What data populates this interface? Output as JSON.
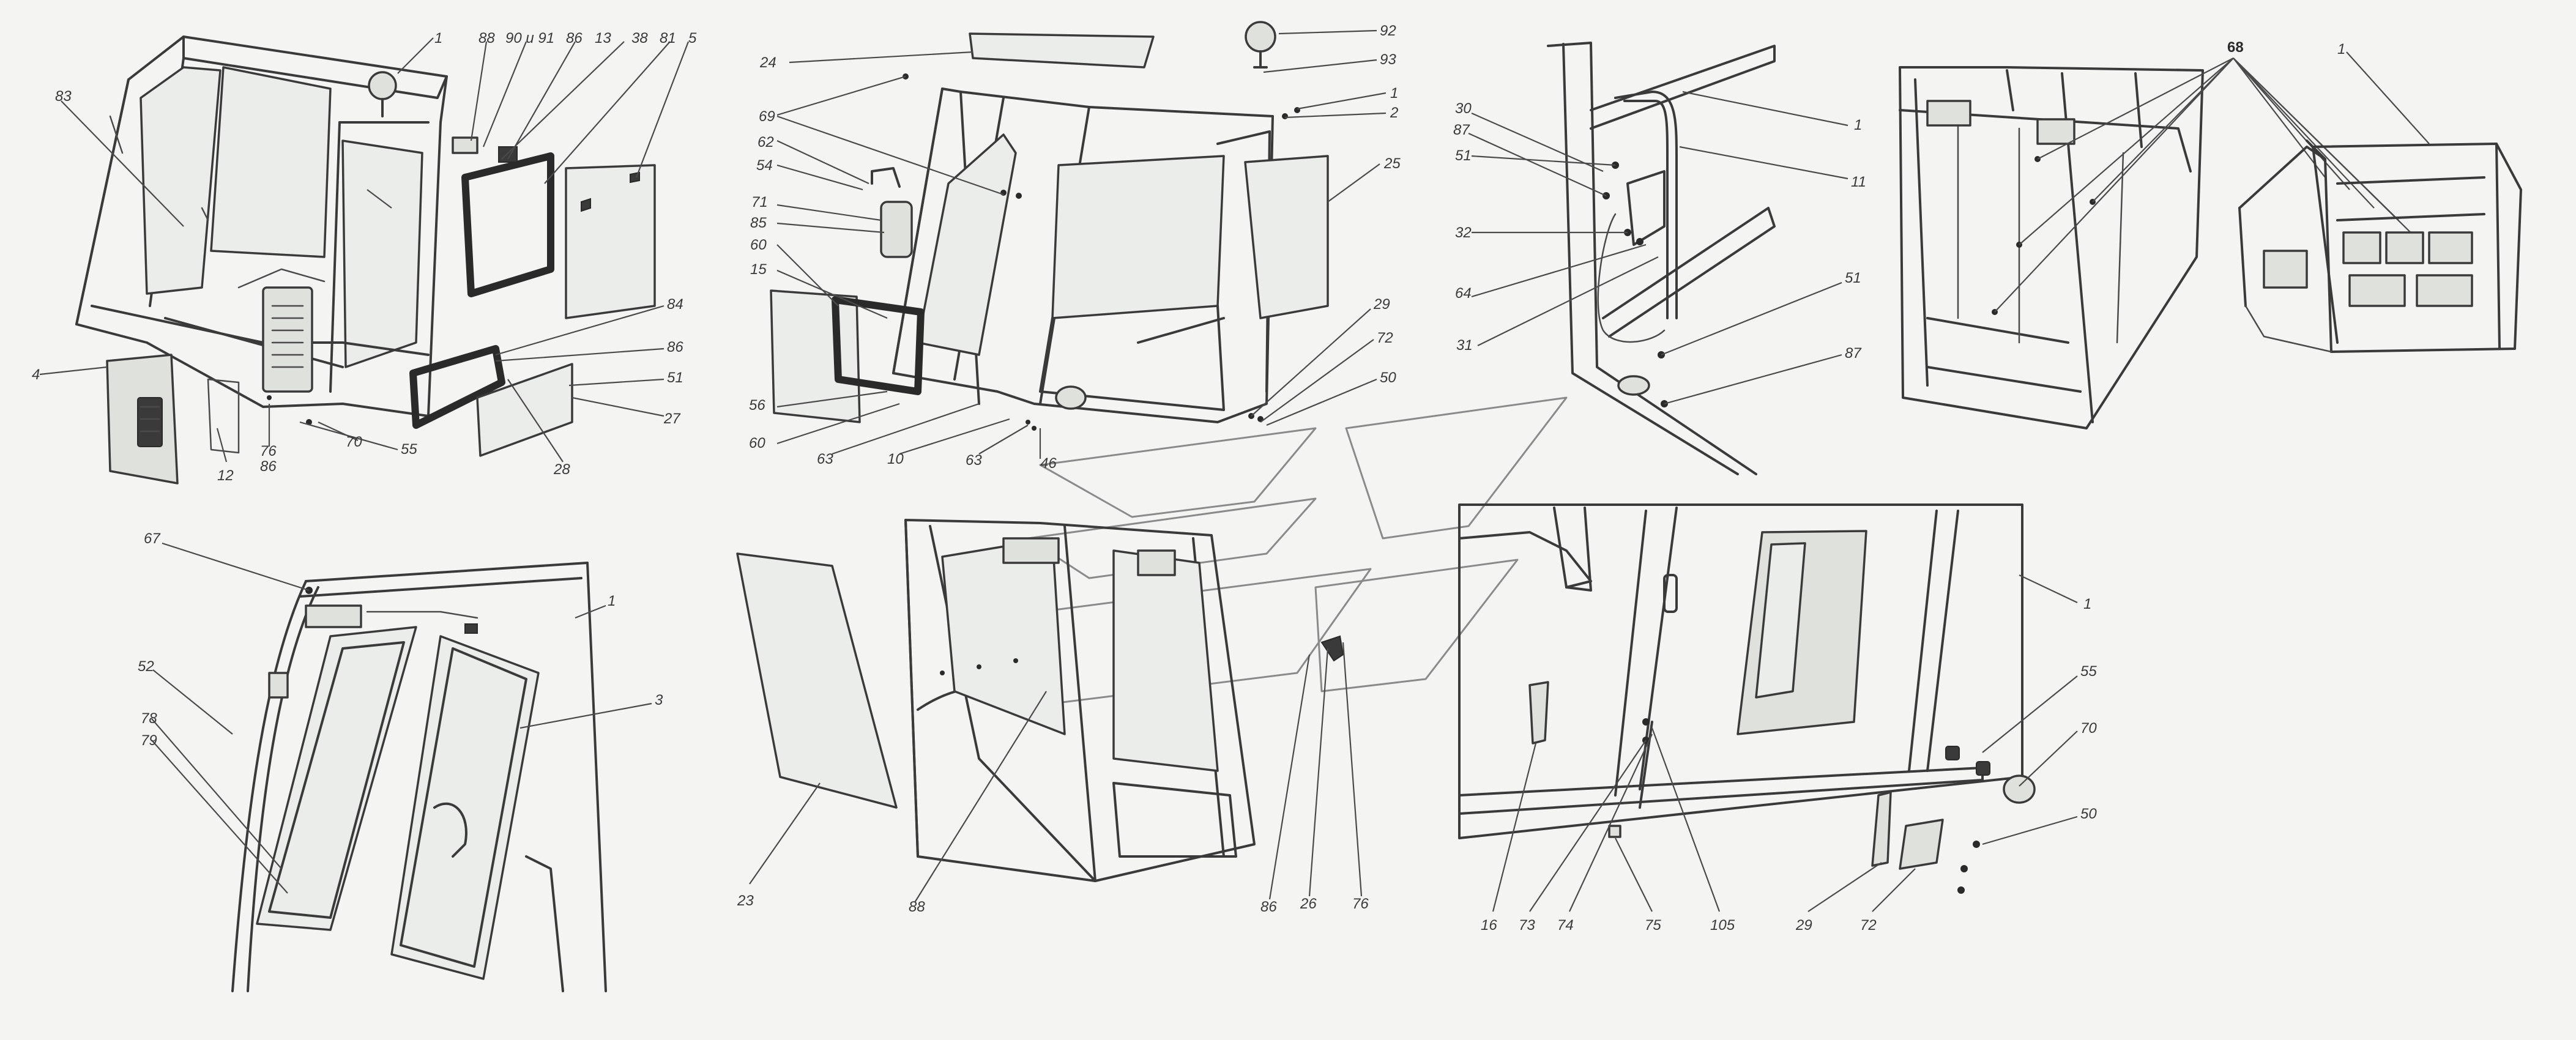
{
  "callouts": {
    "v1": [
      "1",
      "88",
      "90 и 91",
      "86",
      "13",
      "38",
      "81",
      "5",
      "83",
      "84",
      "86",
      "51",
      "27",
      "4",
      "12",
      "76",
      "86",
      "70",
      "55",
      "28"
    ],
    "v2": [
      "92",
      "24",
      "93",
      "1",
      "2",
      "25",
      "69",
      "62",
      "54",
      "71",
      "85",
      "60",
      "15",
      "56",
      "60",
      "63",
      "10",
      "63",
      "46",
      "29",
      "72",
      "50"
    ],
    "v3": [
      "30",
      "87",
      "51",
      "32",
      "64",
      "31",
      "1",
      "11",
      "51",
      "87"
    ],
    "v4": [
      "68"
    ],
    "v5": [
      "1"
    ],
    "v6": [
      "67",
      "1",
      "3",
      "52",
      "78",
      "79"
    ],
    "v7": [
      "23",
      "88",
      "86",
      "26",
      "76"
    ],
    "v8": [
      "1",
      "55",
      "70",
      "50",
      "16",
      "73",
      "74",
      "75",
      "105",
      "29",
      "72"
    ]
  }
}
